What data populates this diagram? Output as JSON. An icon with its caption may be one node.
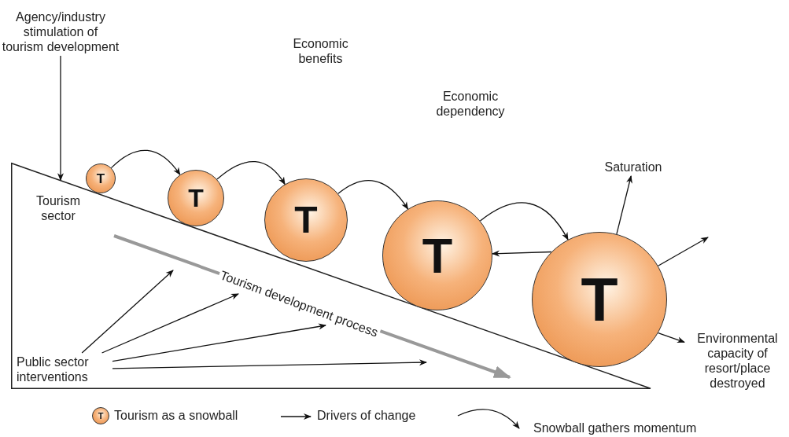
{
  "diagram": {
    "nodes": [
      {
        "text": [
          "Agency/industry stimulation of tourism development"
        ]
      },
      {
        "text": [
          "Tourism sector"
        ]
      },
      {
        "text": [
          "Public sector interventions"
        ],
        "in": 1
      },
      {
        "text": [
          "T"
        ]
      },
      {
        "text": [
          "T"
        ]
      },
      {
        "text": [
          "T"
        ]
      },
      {
        "text": [
          "T"
        ]
      },
      {
        "text": [
          "T"
        ]
      },
      {
        "text": [
          "Saturation"
        ]
      },
      {
        "text": [
          "Environmental capacity of resort/place destroyed"
        ]
      },
      {
        "text": [
          "Tourism development process"
        ],
        "in": 1
      }
    ],
    "edges": [
      {
        "from": 0,
        "to": 1,
        "arrow": "to"
      },
      {
        "from": 3,
        "to": 4,
        "arrow": "to"
      },
      {
        "from": 4,
        "to": 5,
        "arrow": "to"
      },
      {
        "from": 5,
        "to": 6,
        "arrow": "to"
      },
      {
        "from": 6,
        "to": 7,
        "arrow": "to"
      },
      {
        "from": 2,
        "to": null,
        "arrow": "to"
      },
      {
        "from": 2,
        "to": 10,
        "arrow": "to"
      },
      {
        "from": 2,
        "to": 10,
        "arrow": "to"
      },
      {
        "from": 2,
        "to": null,
        "arrow": "to"
      },
      {
        "from": 7,
        "to": 6,
        "arrow": "to"
      },
      {
        "from": 7,
        "to": 8,
        "arrow": "to"
      },
      {
        "from": 7,
        "to": null,
        "arrow": "to"
      },
      {
        "from": 7,
        "to": 9,
        "arrow": "to"
      }
    ],
    "labels": [
      "Economic benefits",
      "Economic dependency",
      "T"
    ],
    "legend": [
      {
        "text": "Tourism as a snowball"
      },
      {
        "text": "Drivers of change"
      },
      {
        "text": "Snowball gathers momentum"
      }
    ]
  }
}
